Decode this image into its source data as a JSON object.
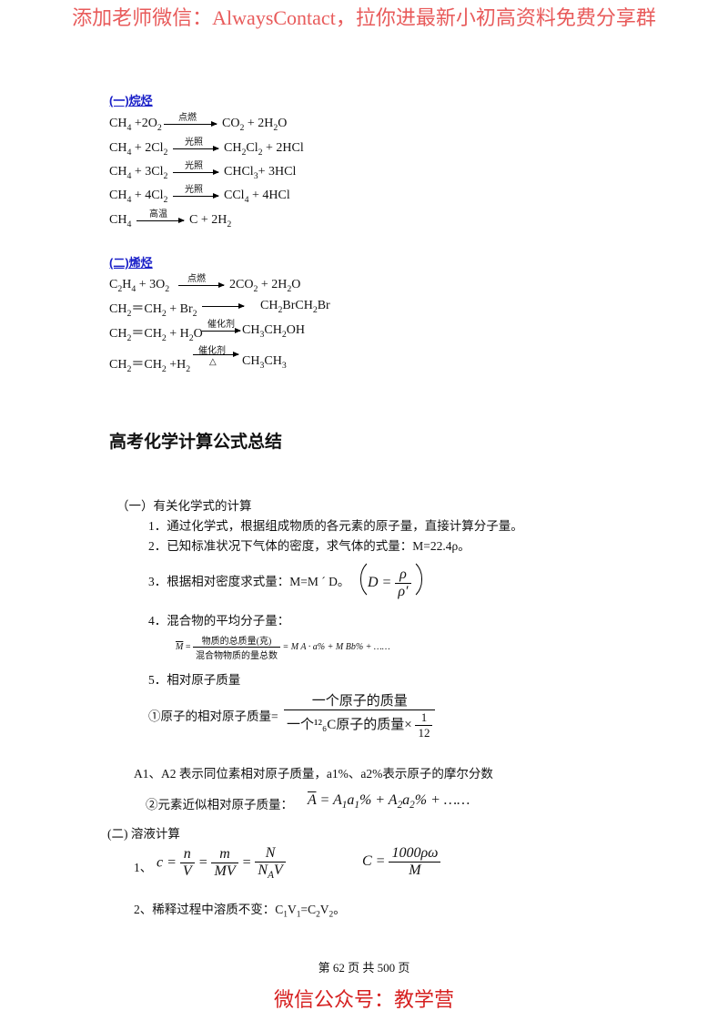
{
  "watermark_top": "添加老师微信：AlwaysContact，拉你进最新小初高资料免费分享群",
  "watermark_bottom": "微信公众号：教学营",
  "alkane": {
    "heading": "(一)烷烃",
    "eqs": [
      {
        "left": "CH4 +2O2",
        "cond": "点燃",
        "right": "CO2 + 2H2O"
      },
      {
        "left": "CH4 + 2Cl2",
        "cond": "光照",
        "right": "CH2Cl2 + 2HCl"
      },
      {
        "left": "CH4 + 3Cl2",
        "cond": "光照",
        "right": "CHCl3+ 3HCl"
      },
      {
        "left": "CH4 + 4Cl2",
        "cond": "光照",
        "right": "CCl4 + 4HCl"
      },
      {
        "left": "CH4",
        "cond": "高温",
        "right": "C + 2H2"
      }
    ]
  },
  "alkene": {
    "heading": "(二)烯烃",
    "eqs": [
      {
        "left": "C2H4 + 3O2",
        "cond": "点燃",
        "right": "2CO2 + 2H2O"
      },
      {
        "left": "CH2＝CH2 + Br2",
        "cond": "",
        "right": "CH2BrCH2Br"
      },
      {
        "left": "CH2＝CH2 + H2O",
        "cond": "催化剂",
        "right": "CH3CH2OH"
      },
      {
        "left": "CH2＝CH2 +H2",
        "cond": "催化剂",
        "cond2": "△",
        "right": "CH3CH3"
      }
    ]
  },
  "title": "高考化学计算公式总结",
  "section1": {
    "heading": "（一）有关化学式的计算",
    "item1": "1．通过化学式，根据组成物质的各元素的原子量，直接计算分子量。",
    "item2": "2．已知标准状况下气体的密度，求气体的式量：M=22.4ρ。",
    "item3": "3．根据相对密度求式量：M=M ´ D。",
    "item4": "4．混合物的平均分子量：",
    "avg_num": "物质的总质量(克)",
    "avg_den": "混合物物质的量总数",
    "avg_rhs": "= M A · a% + M Bb% + ……",
    "item5": "5．相对原子质量",
    "ram1_label": "①原子的相对原子质量=",
    "ram1_num": "一个原子的质量",
    "ram1_den": "一个¹²₆C原子的质量×",
    "ram1_frac_num": "1",
    "ram1_frac_den": "12",
    "note": "A1、A2 表示同位素相对原子质量，a1%、a2%表示原子的摩尔分数",
    "ram2_label": "②元素近似相对原子质量：",
    "ram2_formula": "A = A1a1% + A2a2% + ……"
  },
  "section2": {
    "heading": "(二) 溶液计算",
    "item1_label": "1、",
    "item2": "2、稀释过程中溶质不变：C1V1=C2V2。"
  },
  "footer": "第 62 页 共 500 页"
}
